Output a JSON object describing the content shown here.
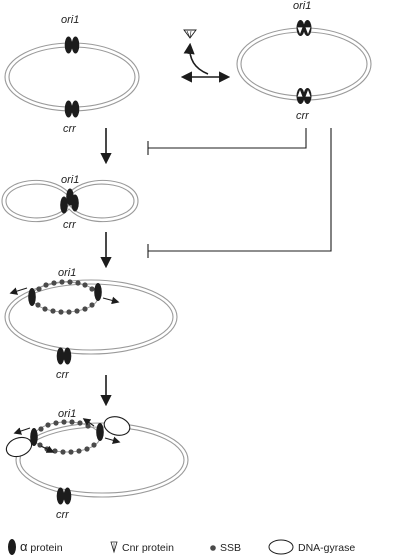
{
  "labels": {
    "ori1": "ori1",
    "crr": "crr"
  },
  "legend": [
    {
      "key": "alpha",
      "icon": "alpha-protein-icon",
      "symbol": "α",
      "text": " protein"
    },
    {
      "key": "cnr",
      "icon": "cnr-protein-icon",
      "text": "Cnr protein"
    },
    {
      "key": "ssb",
      "icon": "ssb-dot-icon",
      "text": "SSB"
    },
    {
      "key": "gyrase",
      "icon": "dna-gyrase-icon",
      "text": "DNA-gyrase"
    }
  ],
  "colors": {
    "strand": "#9a9a9a",
    "protein": "#1c1c1c",
    "ssb": "#4a4a4a",
    "arrow": "#1c1c1c",
    "inhibition": "#1c1c1c"
  }
}
